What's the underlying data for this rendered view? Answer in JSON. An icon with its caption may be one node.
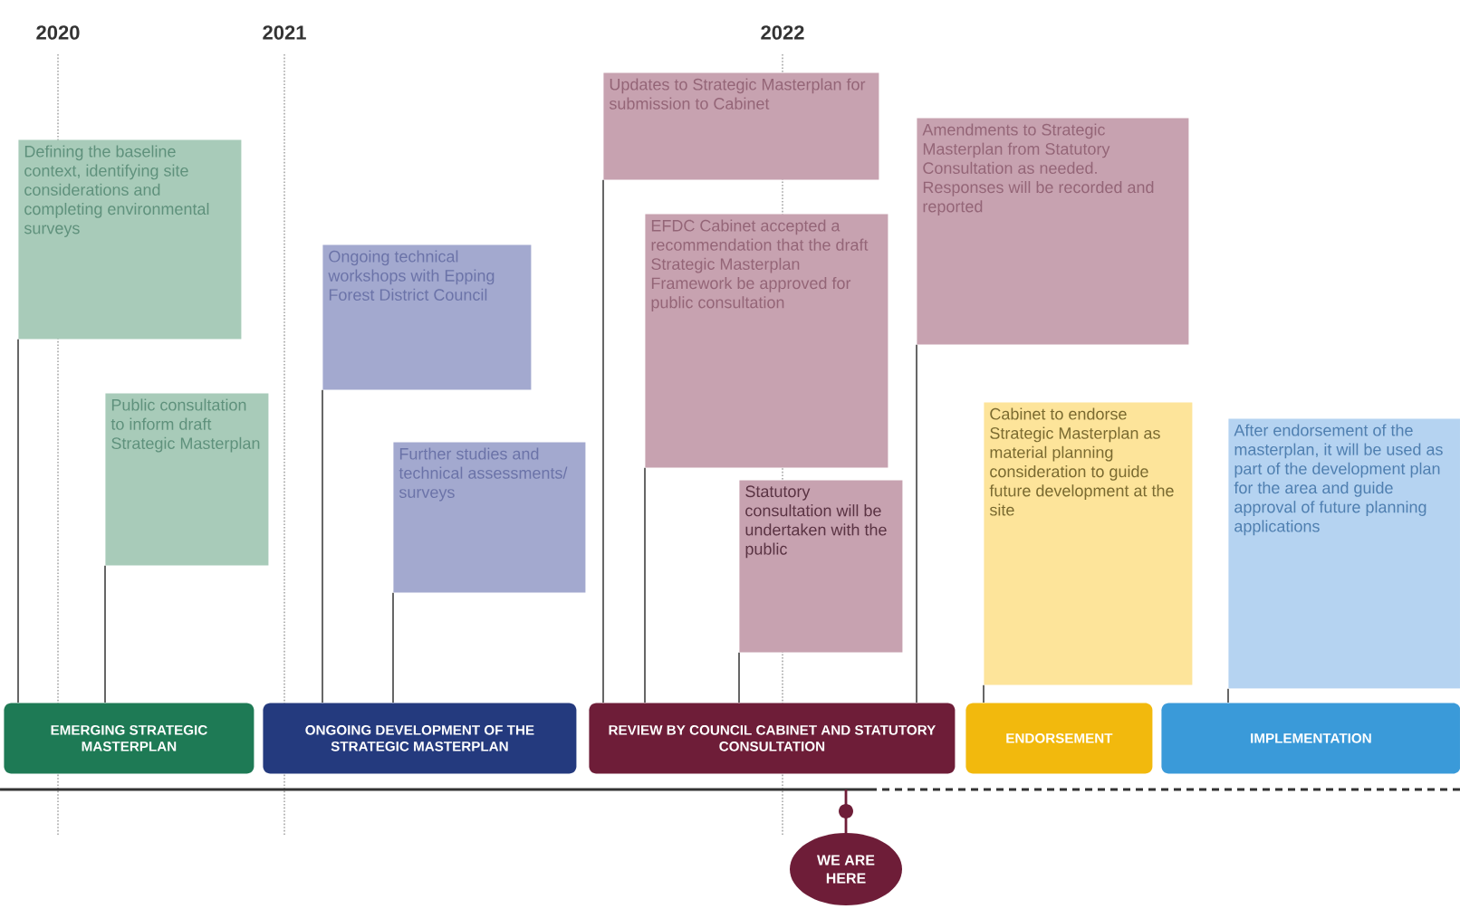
{
  "diagram": {
    "nodes": [
      {
        "text": [
          "Defining the baseline context, identifying site considerations and completing environmental surveys"
        ]
      },
      {
        "text": [
          "Public consultation to inform draft Strategic Masterplan"
        ]
      },
      {
        "text": [
          "Ongoing technical workshops with Epping Forest District Council"
        ]
      },
      {
        "text": [
          "Further studies and technical assessments/ surveys"
        ]
      },
      {
        "text": [
          "Updates to Strategic Masterplan for submission to Cabinet"
        ]
      },
      {
        "text": [
          "EFDC Cabinet accepted a recommendation that the draft Strategic Masterplan Framework be approved for public consultation"
        ]
      },
      {
        "text": [
          "Statutory consultation will be undertaken with the public"
        ]
      },
      {
        "text": [
          "Amendments to Strategic Masterplan from Statutory Consultation as needed. Responses will be recorded and reported"
        ]
      },
      {
        "text": [
          "Cabinet to endorse Strategic Masterplan as material planning consideration to guide future development at the site"
        ]
      },
      {
        "text": [
          "After endorsement of the masterplan, it will be used as part of the development plan for the area and guide approval of future planning applications"
        ]
      },
      {
        "text": [
          "EMERGING STRATEGIC MASTERPLAN"
        ]
      },
      {
        "text": [
          "ONGOING DEVELOPMENT OF THE STRATEGIC MASTERPLAN"
        ]
      },
      {
        "text": [
          "REVIEW BY COUNCIL CABINET AND STATUTORY CONSULTATION"
        ]
      },
      {
        "text": [
          "ENDORSEMENT"
        ]
      },
      {
        "text": [
          "IMPLEMENTATION"
        ]
      },
      {
        "text": [
          "WE ARE HERE"
        ]
      }
    ],
    "edges": [
      {
        "from": 0,
        "to": 10,
        "arrow": "none"
      },
      {
        "from": 1,
        "to": 10,
        "arrow": "none"
      },
      {
        "from": 2,
        "to": 11,
        "arrow": "none"
      },
      {
        "from": 3,
        "to": 11,
        "arrow": "none"
      },
      {
        "from": 4,
        "to": 12,
        "arrow": "none"
      },
      {
        "from": 5,
        "to": 12,
        "arrow": "none"
      },
      {
        "from": 6,
        "to": 12,
        "arrow": "none"
      },
      {
        "from": 7,
        "to": 12,
        "arrow": "none"
      },
      {
        "from": 8,
        "to": 13,
        "arrow": "none"
      },
      {
        "from": 9,
        "to": 14,
        "arrow": "none"
      }
    ],
    "labels": [
      "2020",
      "2021",
      "2022"
    ]
  }
}
